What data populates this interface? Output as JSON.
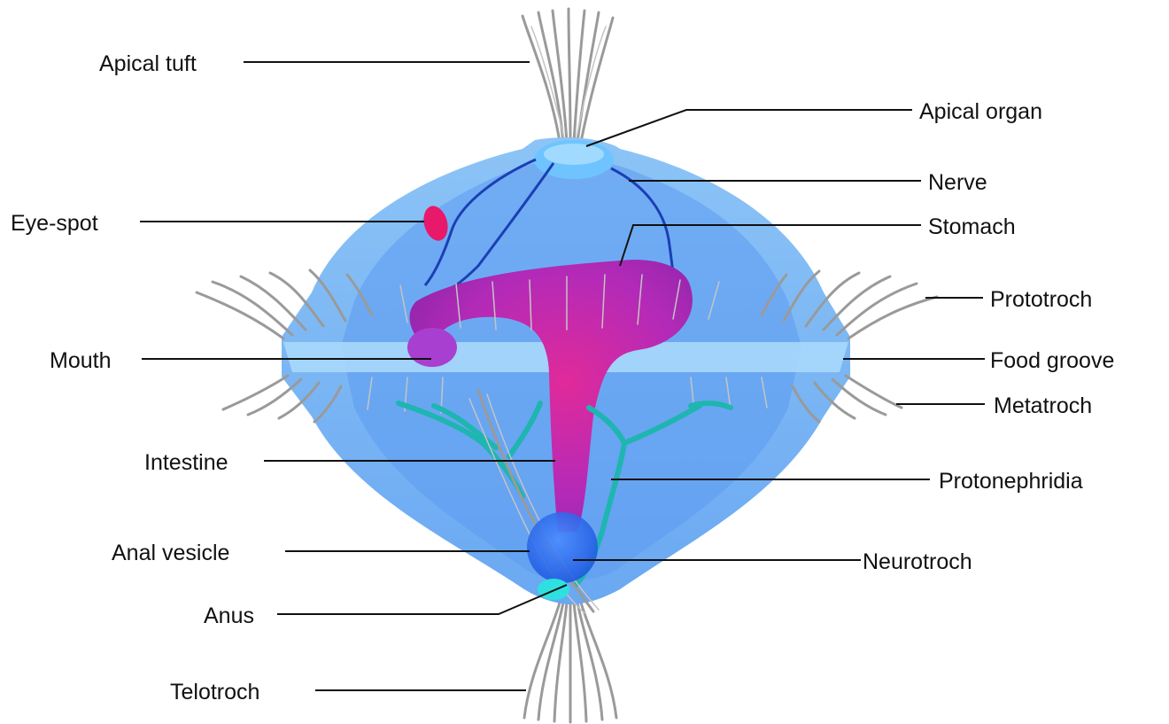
{
  "diagram": {
    "colors": {
      "body_outer": "#7fb6f0",
      "body_inner": "#5c9bf0",
      "food_groove": "#a9d8fb",
      "gut": "#b02bb8",
      "eye_spot": "#e8186a",
      "nerve": "#1b3fb5",
      "protonephridia": "#1fb5b0",
      "cilia": "#9a9a9a"
    },
    "labels": {
      "apical_tuft": "Apical tuft",
      "apical_organ": "Apical organ",
      "nerve": "Nerve",
      "eye_spot": "Eye-spot",
      "stomach": "Stomach",
      "prototroch": "Prototroch",
      "mouth": "Mouth",
      "food_groove": "Food groove",
      "metatroch": "Metatroch",
      "intestine": "Intestine",
      "protonephridia": "Protonephridia",
      "anal_vesicle": "Anal vesicle",
      "neurotroch": "Neurotroch",
      "anus": "Anus",
      "telotroch": "Telotroch"
    }
  }
}
